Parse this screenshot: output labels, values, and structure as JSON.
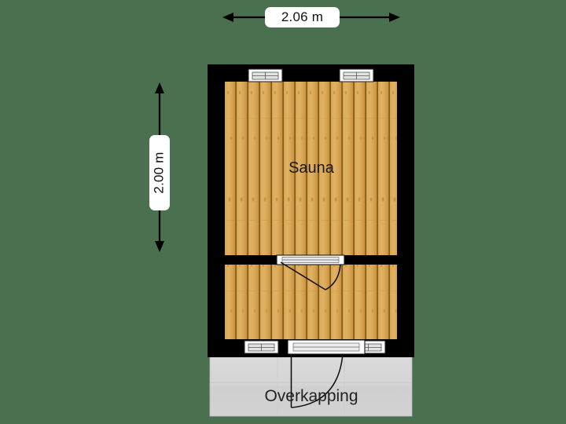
{
  "plan": {
    "background_color": "#4a7050",
    "wall_color": "#000000",
    "floor_wood_color": "#d8a košice",
    "canopy_color": "#d6d6d6"
  },
  "dimensions": {
    "top": {
      "label": "2.06 m",
      "orientation": "horizontal"
    },
    "left": {
      "label": "2.00 m",
      "orientation": "vertical"
    }
  },
  "rooms": [
    {
      "name": "sauna",
      "label": "Sauna",
      "floor": "wood-planks"
    },
    {
      "name": "lower-room",
      "label": "",
      "floor": "wood-planks"
    },
    {
      "name": "overkapping",
      "label": "Overkapping",
      "floor": "concrete"
    }
  ],
  "openings": {
    "windows": [
      {
        "name": "window-top-left",
        "wall": "top"
      },
      {
        "name": "window-top-right",
        "wall": "top"
      },
      {
        "name": "window-bottom-left",
        "wall": "bottom"
      },
      {
        "name": "window-bottom-right",
        "wall": "bottom"
      }
    ],
    "doors": [
      {
        "name": "interior-door",
        "wall": "middle",
        "swing": "down-left"
      },
      {
        "name": "entry-door",
        "wall": "bottom",
        "swing": "down-left"
      }
    ]
  }
}
